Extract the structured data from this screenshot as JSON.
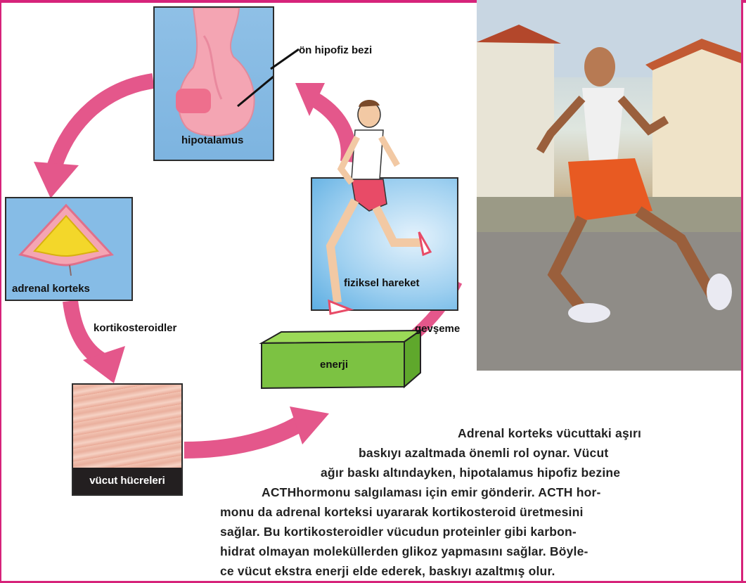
{
  "labels": {
    "pituitary": "ön hipofiz bezi",
    "hypothalamus": "hipotalamus",
    "adrenal": "adrenal korteks",
    "corticosteroids": "kortikosteroidler",
    "cells": "vücut hücreleri",
    "energy": "enerji",
    "relaxation": "gevşeme",
    "movement": "fiziksel hareket"
  },
  "paragraph": [
    "Adrenal korteks vücuttaki aşırı",
    "baskıyı azaltmada önemli rol oynar. Vücut",
    "ağır baskı altındayken, hipotalamus hipofiz bezine",
    "ACTHhormonu salgılaması için emir gönderir. ACTH hor-",
    "monu da adrenal korteksi uyararak kortikosteroid üretmesini",
    "sağlar. Bu kortikosteroidler vücudun proteinler gibi karbon-",
    "hidrat olmayan moleküllerden glikoz yapmasını sağlar. Böyle-",
    "ce vücut ekstra enerji elde ederek, baskıyı azaltmış olur."
  ],
  "colors": {
    "frame": "#d6237a",
    "arrow": "#e0457f",
    "box_blue": "#86bce6",
    "energy_green": "#7cc242"
  }
}
